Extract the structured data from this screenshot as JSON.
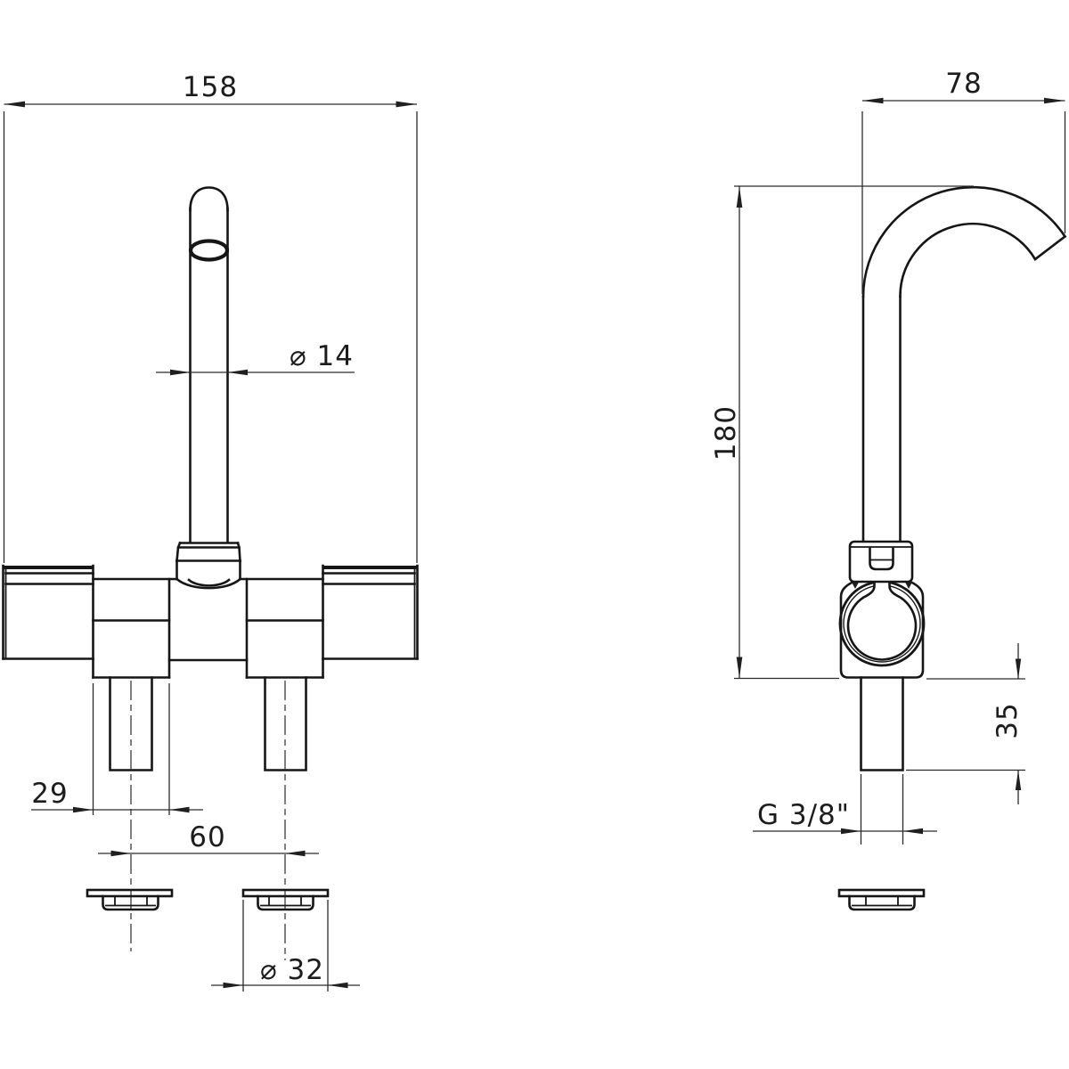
{
  "drawing": {
    "background": "#ffffff",
    "line_color": "#161616",
    "dimension_color": "#2b2b2b"
  },
  "dimensions": {
    "overall_width": "158",
    "spout_reach": "78",
    "spout_tube_diameter": "⌀ 14",
    "overall_height": "180",
    "handle_offset": "29",
    "inlet_centres": "60",
    "shank_exposed_length": "35",
    "thread_size": "G 3/8\"",
    "flange_diameter": "⌀ 32"
  }
}
